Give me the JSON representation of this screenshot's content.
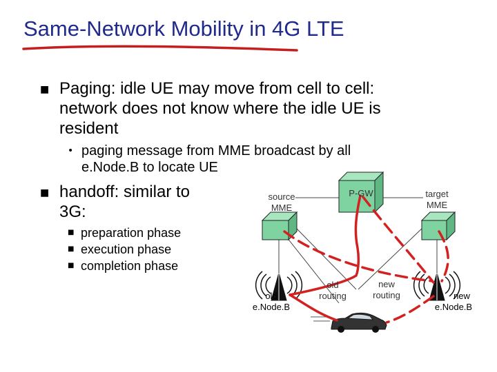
{
  "title": "Same-Network Mobility in 4G LTE",
  "colors": {
    "title": "#1f2a8c",
    "underline": "#c41e1e",
    "route": "#d32020",
    "box": "#7fd3a0"
  },
  "bullets": {
    "paging_line1": "Paging: idle UE may move from cell to cell:",
    "paging_line2": "network does not know where the idle UE is",
    "paging_line3": "resident",
    "paging_sub_line1": "paging message from MME broadcast by all",
    "paging_sub_line2": "e.Node.B to locate UE",
    "handoff_line1": "handoff: similar to",
    "handoff_line2": "3G:",
    "phases": [
      "preparation phase",
      "execution phase",
      "completion phase"
    ]
  },
  "diagram": {
    "source_mme": [
      "source",
      "MME"
    ],
    "pgw": "P-GW",
    "target_mme": [
      "target",
      "MME"
    ],
    "old_enodeb": [
      "old",
      "e.Node.B"
    ],
    "new_enodeb": [
      "new",
      "e.Node.B"
    ],
    "old_routing": [
      "old",
      "routing"
    ],
    "new_routing": [
      "new",
      "routing"
    ]
  }
}
